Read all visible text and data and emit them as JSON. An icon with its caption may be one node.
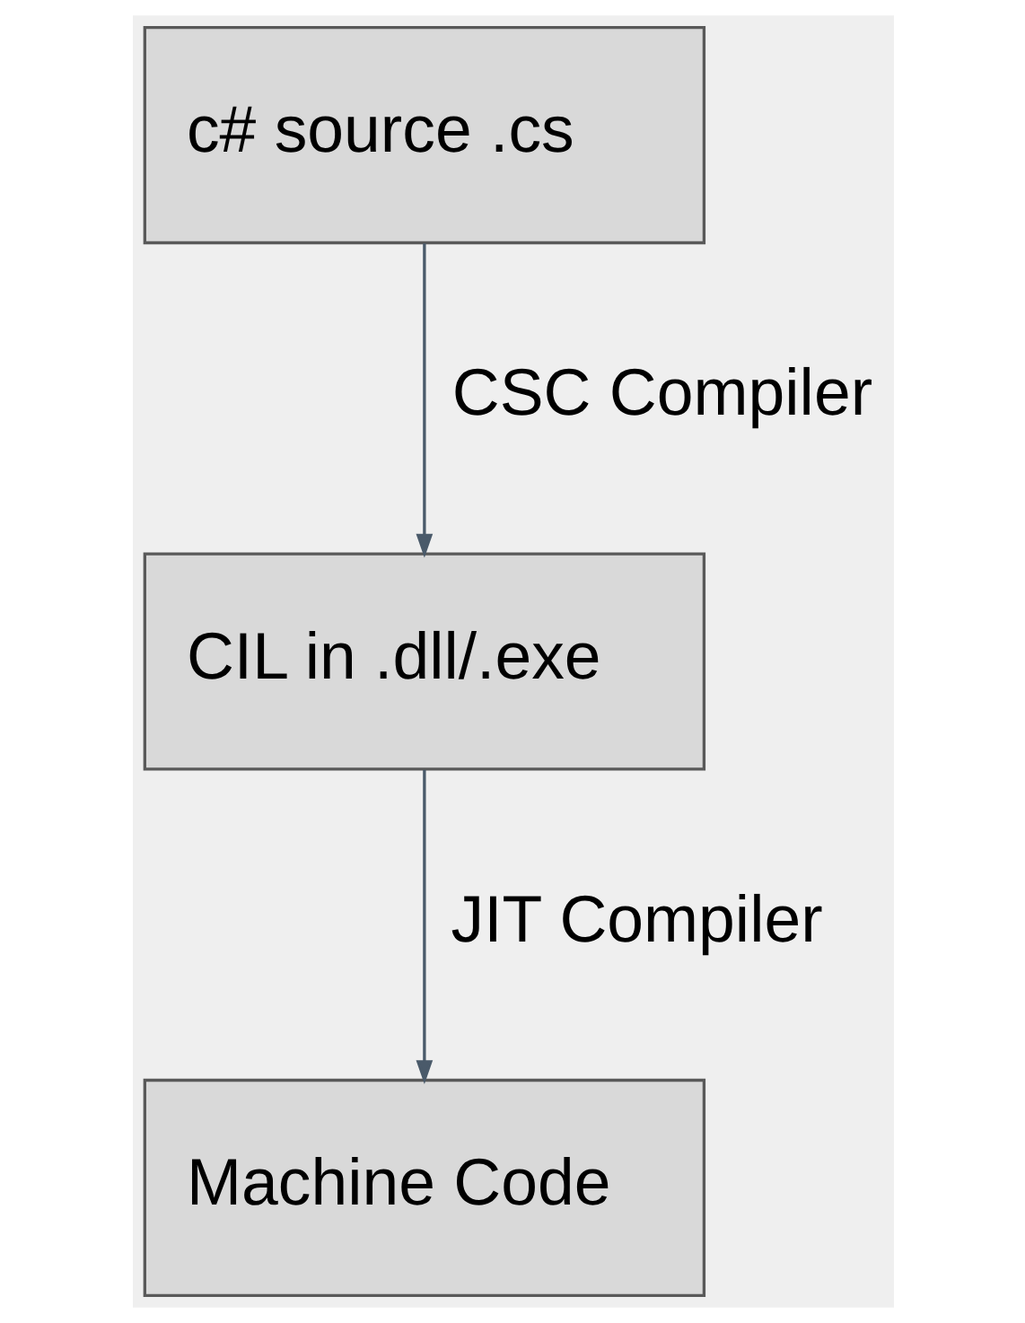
{
  "diagram": {
    "nodes": [
      {
        "text": [
          "c# source .cs"
        ]
      },
      {
        "text": [
          "CIL in .dll/.exe"
        ]
      },
      {
        "text": [
          "Machine Code"
        ]
      }
    ],
    "edges": [
      {
        "from": 0,
        "to": 1,
        "arrow": "to",
        "label": "CSC Compiler"
      },
      {
        "from": 1,
        "to": 2,
        "arrow": "to",
        "label": "JIT Compiler"
      }
    ]
  }
}
